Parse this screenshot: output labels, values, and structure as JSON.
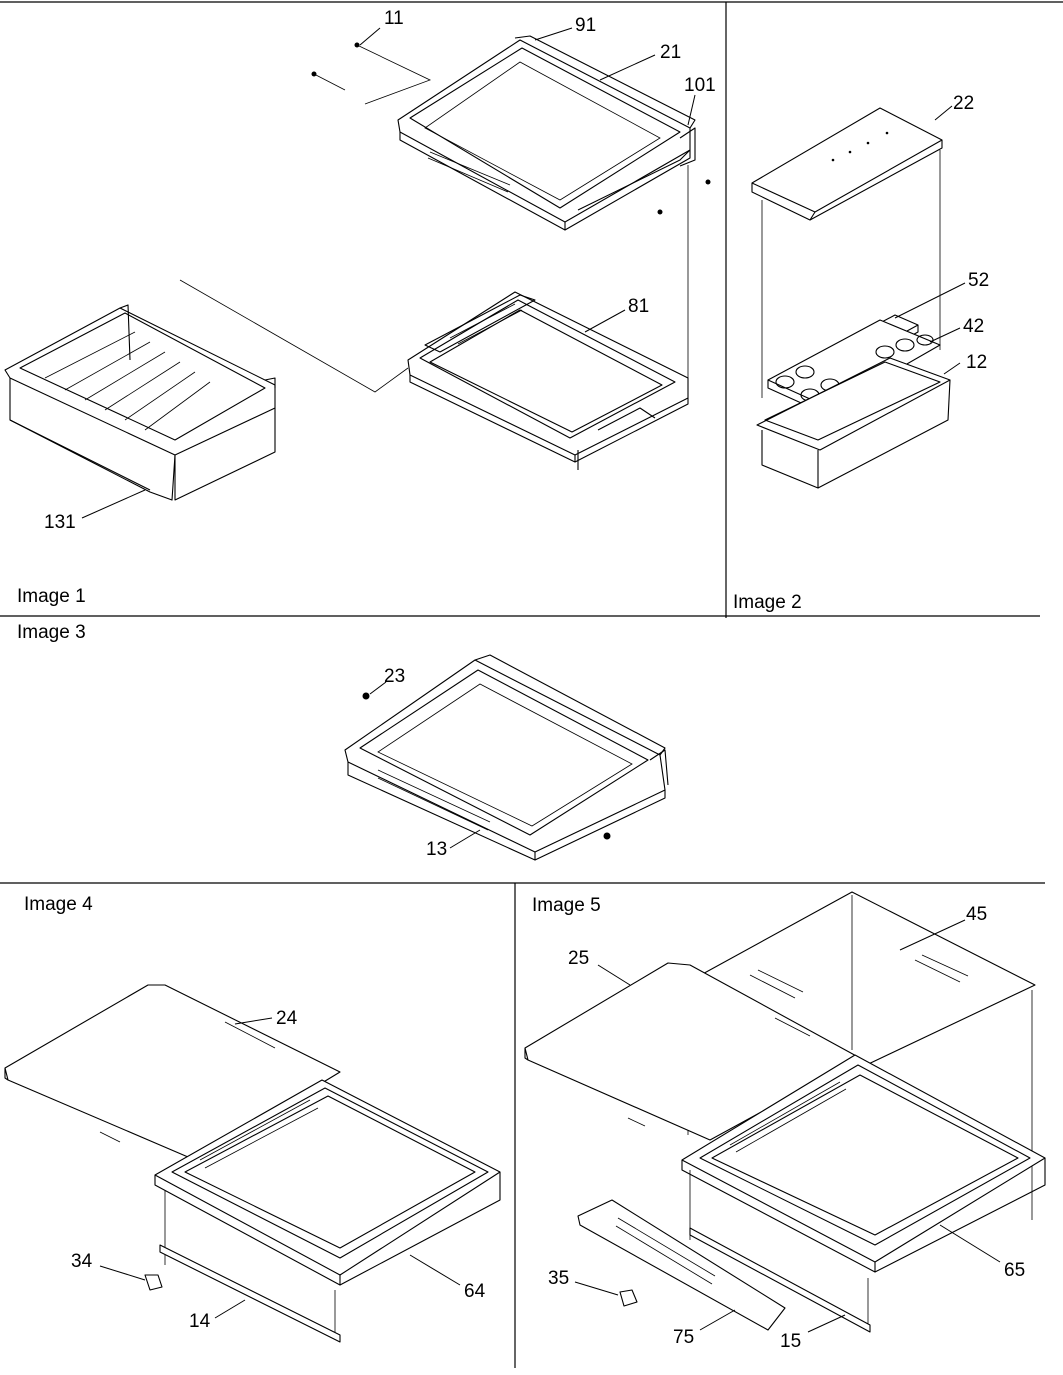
{
  "panels": [
    {
      "caption": "Image 1",
      "callouts": [
        "11",
        "91",
        "21",
        "101",
        "81",
        "131"
      ]
    },
    {
      "caption": "Image 2",
      "callouts": [
        "22",
        "52",
        "42",
        "12"
      ]
    },
    {
      "caption": "Image 3",
      "callouts": [
        "23",
        "13"
      ]
    },
    {
      "caption": "Image 4",
      "callouts": [
        "24",
        "34",
        "64",
        "14"
      ]
    },
    {
      "caption": "Image 5",
      "callouts": [
        "45",
        "25",
        "65",
        "35",
        "75",
        "15"
      ]
    }
  ]
}
